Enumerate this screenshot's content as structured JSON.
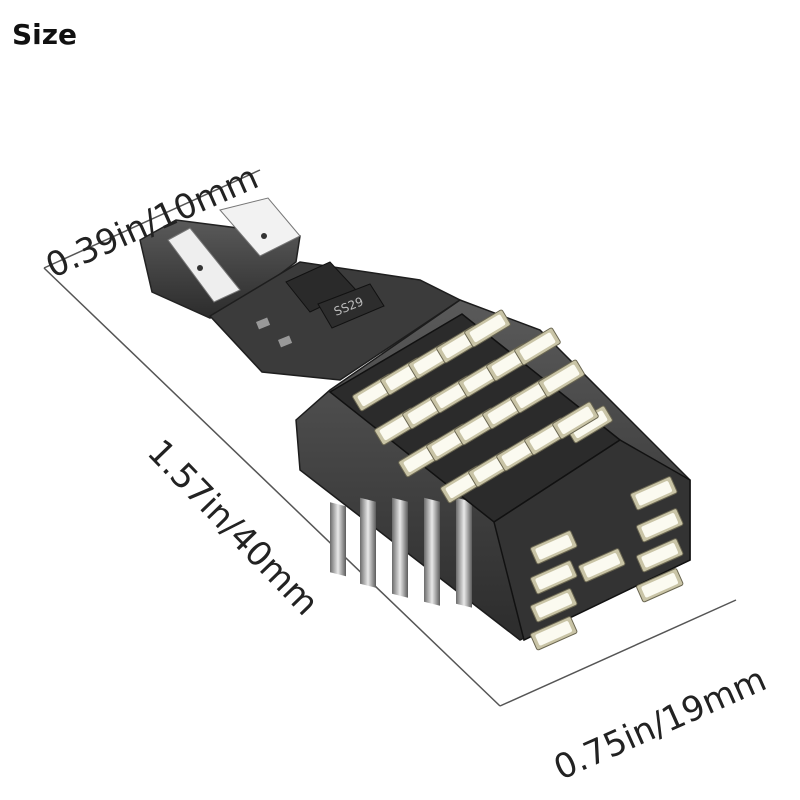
{
  "header": {
    "title": "Size"
  },
  "dimensions": {
    "width": "0.39in/10mm",
    "length": "1.57in/40mm",
    "diameter": "0.75in/19mm"
  },
  "product": {
    "chip_marking": "SS29",
    "colors": {
      "housing": "#3a3a3a",
      "led": "#f4f2e4",
      "led_frame": "#c7c3aa",
      "contact": "#e8e8e8"
    }
  }
}
